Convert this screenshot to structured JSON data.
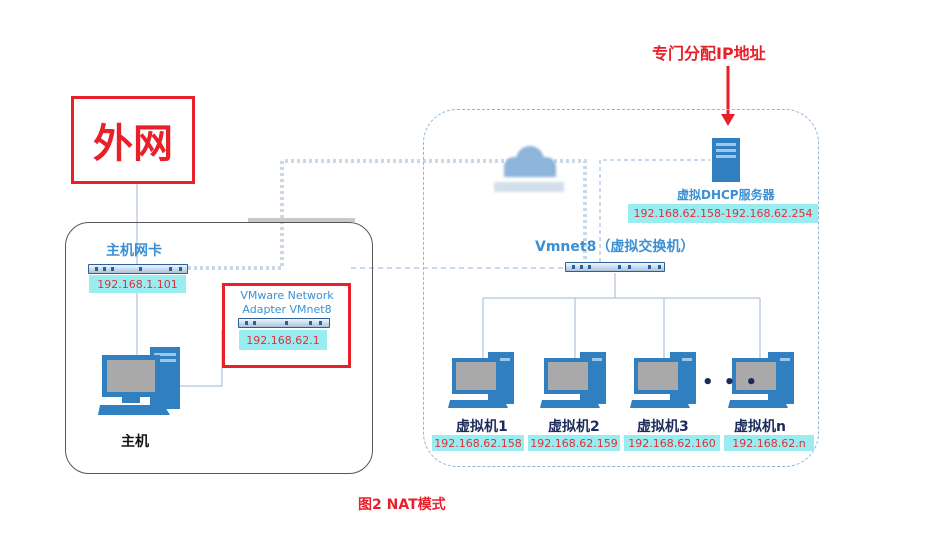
{
  "internet": {
    "label": "外网"
  },
  "host": {
    "nic_title": "主机网卡",
    "nic_ip": "192.168.1.101",
    "label": "主机"
  },
  "adapter": {
    "line1": "VMware Network",
    "line2": "Adapter VMnet8",
    "ip": "192.168.62.1"
  },
  "dhcp": {
    "note": "专门分配IP地址",
    "title": "虚拟DHCP服务器",
    "range": "192.168.62.158-192.168.62.254"
  },
  "switch": {
    "title": "Vmnet8（虚拟交换机）"
  },
  "vms": [
    {
      "name": "虚拟机1",
      "ip": "192.168.62.158"
    },
    {
      "name": "虚拟机2",
      "ip": "192.168.62.159"
    },
    {
      "name": "虚拟机3",
      "ip": "192.168.62.160"
    },
    {
      "name": "虚拟机n",
      "ip": "192.168.62.n"
    }
  ],
  "ellipsis": "• • •",
  "caption": "图2  NAT模式",
  "colors": {
    "red": "#e8202a",
    "blue": "#3b8fd4",
    "cyan": "#99ecf0",
    "navy": "#1c2b5a"
  }
}
